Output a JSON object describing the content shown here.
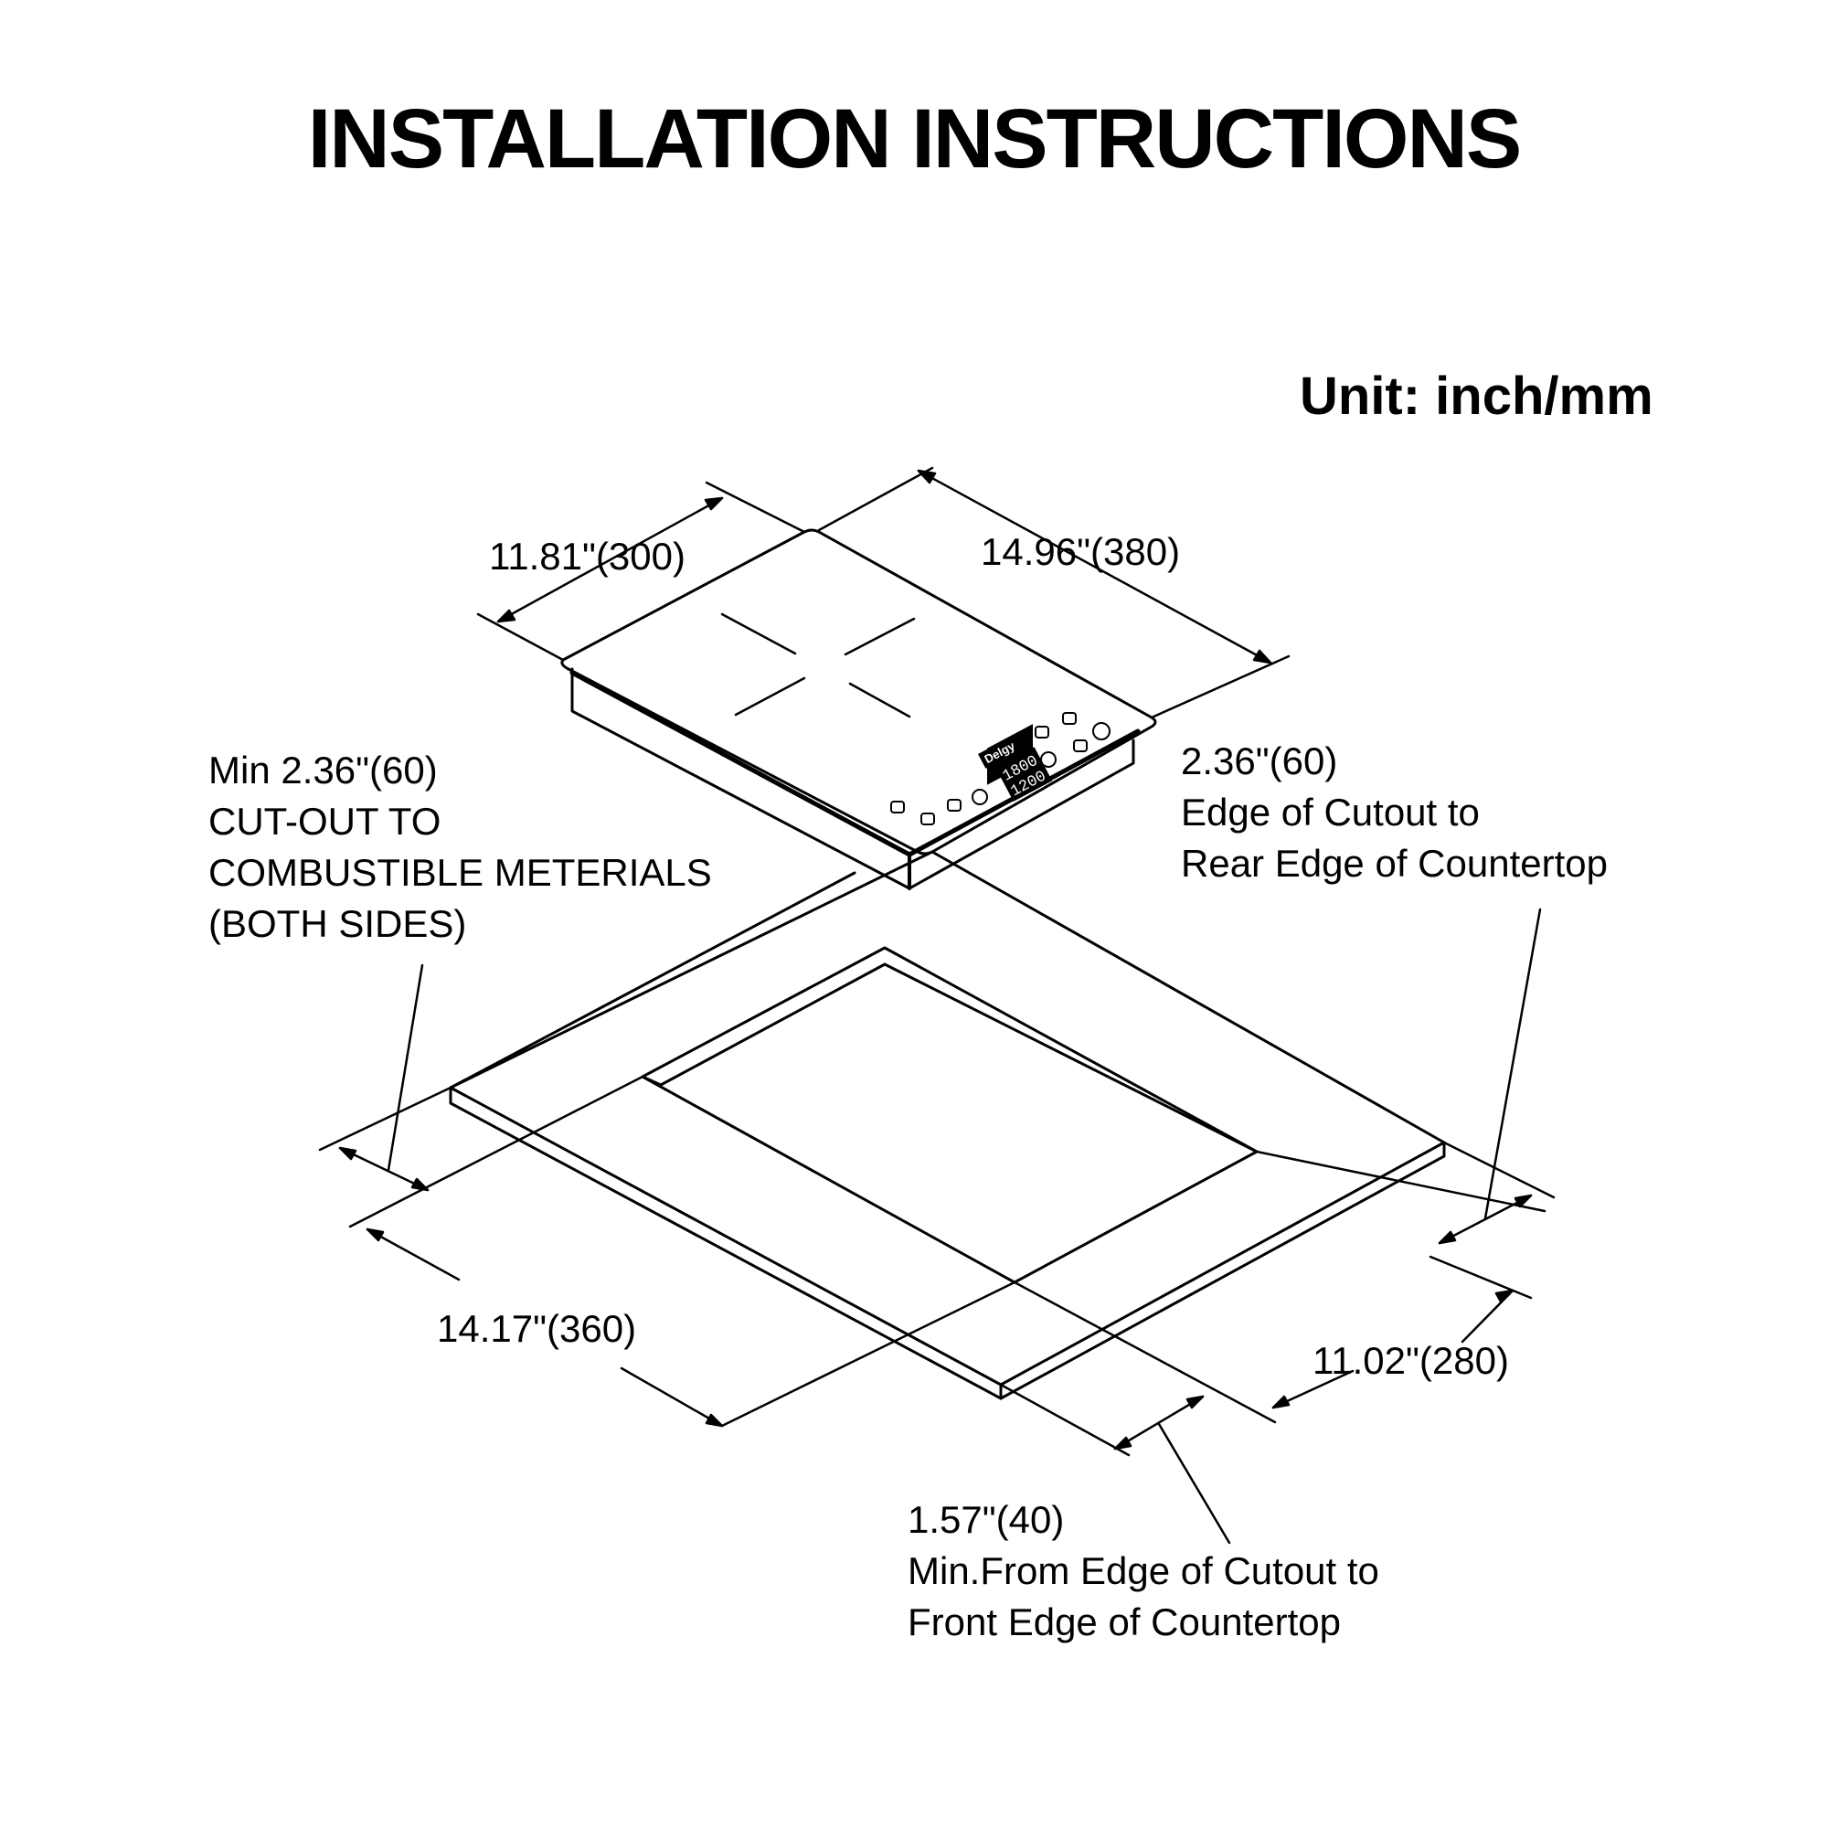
{
  "title": "INSTALLATION INSTRUCTIONS",
  "unit": "Unit: inch/mm",
  "dimensions": {
    "depth": "11.81\"(300)",
    "width": "14.96\"(380)",
    "cutout_width": "14.17\"(360)",
    "cutout_depth": "11.02\"(280)"
  },
  "notes": {
    "side_clearance": {
      "line1": "Min 2.36\"(60)",
      "line2": "CUT-OUT TO",
      "line3": "COMBUSTIBLE METERIALS",
      "line4": "(BOTH SIDES)"
    },
    "rear_clearance": {
      "line1": "2.36\"(60)",
      "line2": "Edge of Cutout to",
      "line3": "Rear Edge of Countertop"
    },
    "front_clearance": {
      "line1": "1.57\"(40)",
      "line2": "Min.From Edge of Cutout to",
      "line3": "Front Edge of Countertop"
    }
  },
  "cooktop_display": {
    "brand": "Delgy",
    "readout_top": "1800",
    "readout_bottom": "1200"
  }
}
